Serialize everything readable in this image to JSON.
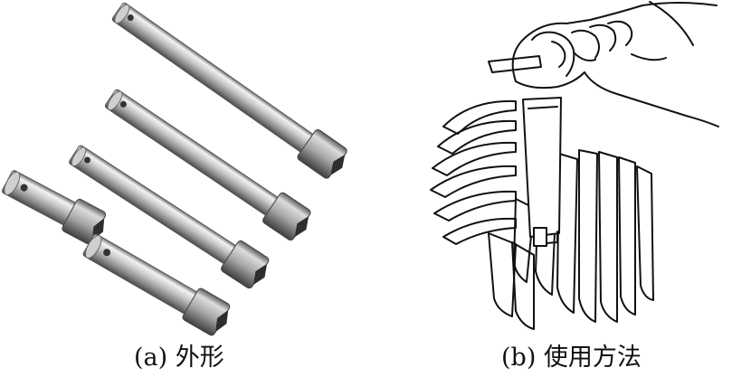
{
  "figure": {
    "panels": [
      {
        "id": "a",
        "caption": "(a) 外形"
      },
      {
        "id": "b",
        "caption": "(b) 使用方法"
      }
    ],
    "colors": {
      "metal_light": "#e8e8e8",
      "metal_mid": "#b4b4b4",
      "metal_dark": "#5c5c5c",
      "line": "#111111"
    }
  }
}
